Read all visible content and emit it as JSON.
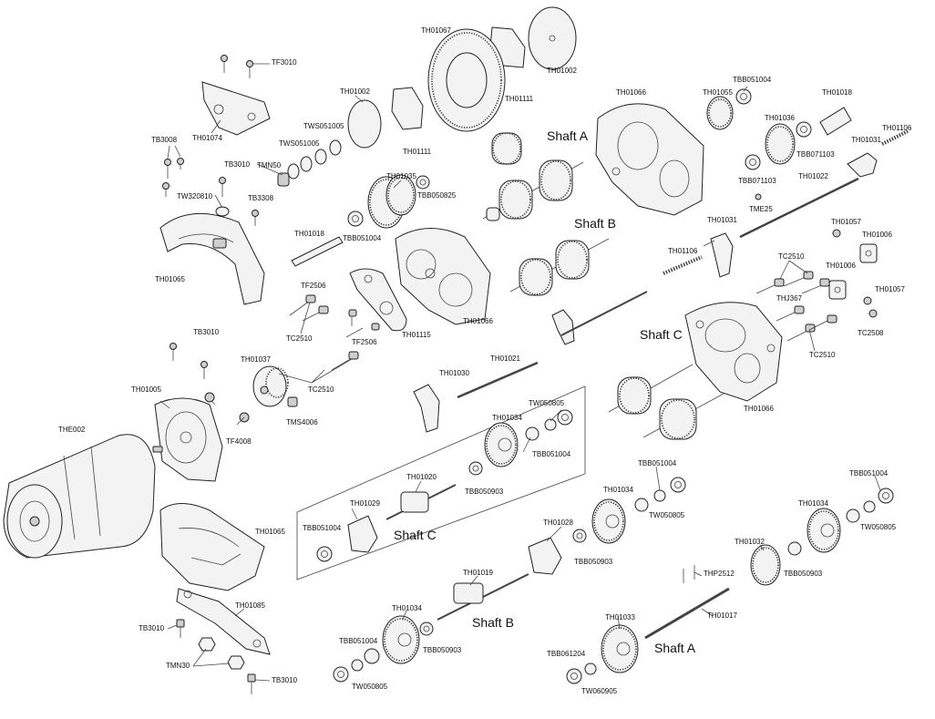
{
  "labels": {
    "th01067": "TH01067",
    "th01002_top": "TH01002",
    "th01111_top": "TH01111",
    "tf3010": "TF3010",
    "th01074": "TH01074",
    "th01002_left": "TH01002",
    "tws051005_a": "TWS051005",
    "tws051005_b": "TWS051005",
    "th01111_mid": "TH01111",
    "tb3008": "TB3008",
    "tb3010_a": "TB3010",
    "tmn50": "TMN50",
    "tw320810": "TW320810",
    "tb3308": "TB3308",
    "th01065_top": "TH01065",
    "th01035": "TH01035",
    "tbb050825": "TBB050825",
    "th01018_left": "TH01018",
    "tbb051004_a": "TBB051004",
    "th01066_top": "TH01066",
    "th01055": "TH01055",
    "tbb051004_top": "TBB051004",
    "th01018_right": "TH01018",
    "th01036": "TH01036",
    "th01106_right": "TH01106",
    "tbb071103_a": "TBB071103",
    "th01031_right": "TH01031",
    "tbb071103_b": "TBB071103",
    "th01022": "TH01022",
    "tme25": "TME25",
    "th01031_mid": "TH01031",
    "th01057_a": "TH01057",
    "th01006_a": "TH01006",
    "th01106_mid": "TH01106",
    "tc2510_a": "TC2510",
    "th01006_b": "TH01006",
    "thj367": "THJ367",
    "th01057_b": "TH01057",
    "tc2508_right": "TC2508",
    "tc2510_b": "TC2510",
    "tf2506_a": "TF2506",
    "tf2506_b": "TF2506",
    "tc2510_c": "TC2510",
    "th01115": "TH01115",
    "th01066_mid": "TH01066",
    "tb3010_b": "TB3010",
    "th01037": "TH01037",
    "tc2510_d": "TC2510",
    "th01005": "TH01005",
    "tms4006": "TMS4006",
    "tf4008": "TF4008",
    "th01021": "TH01021",
    "th01030": "TH01030",
    "tw050805_a": "TW050805",
    "th01034_a": "TH01034",
    "tbb051004_b": "TBB051004",
    "th01066_low": "TH01066",
    "the002": "THE002",
    "th01020": "TH01020",
    "tbb050903_a": "TBB050903",
    "th01029": "TH01029",
    "tbb051004_c": "TBB051004",
    "th01065_low": "TH01065",
    "tbb051004_d": "TBB051004",
    "th01034_b": "TH01034",
    "tw050805_b": "TW050805",
    "th01028": "TH01028",
    "tbb050903_b": "TBB050903",
    "tbb051004_e": "TBB051004",
    "th01034_c": "TH01034",
    "tw050805_c": "TW050805",
    "th01032": "TH01032",
    "tbb050903_c": "TBB050903",
    "th01019": "TH01019",
    "thp2512": "THP2512",
    "th01085": "TH01085",
    "tb3010_c": "TB3010",
    "th01034_d": "TH01034",
    "th01017": "TH01017",
    "th01033": "TH01033",
    "tmn30": "TMN30",
    "tbb051004_f": "TBB051004",
    "tbb050903_d": "TBB050903",
    "tb3010_d": "TB3010",
    "tw050805_d": "TW050805",
    "tbb061204": "TBB061204",
    "tw060905": "TW060905"
  },
  "callouts": {
    "shaft_a_top": "Shaft A",
    "shaft_b_top": "Shaft B",
    "shaft_c_right": "Shaft C",
    "shaft_c_box": "Shaft C",
    "shaft_b_low": "Shaft B",
    "shaft_a_low": "Shaft A"
  }
}
